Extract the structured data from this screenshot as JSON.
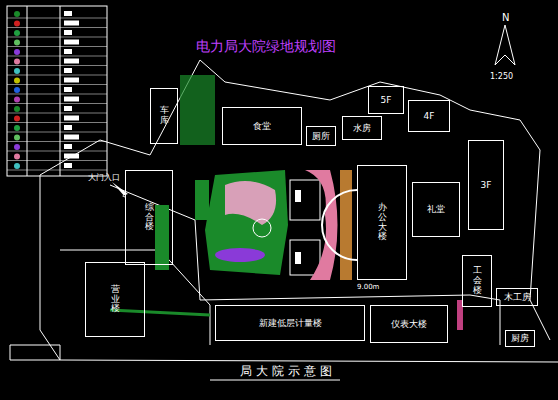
{
  "diagram": {
    "title": "电力局大院绿地规划图",
    "caption": "局大院示意图",
    "nodes": [
      {
        "text": [
          "食堂"
        ]
      },
      {
        "text": [
          "厕所"
        ]
      },
      {
        "text": [
          "水房"
        ]
      },
      {
        "text": [
          "5F"
        ]
      },
      {
        "text": [
          "4F"
        ]
      },
      {
        "text": [
          "3F"
        ]
      },
      {
        "text": [
          "办公大楼"
        ]
      },
      {
        "text": [
          "礼堂"
        ]
      },
      {
        "text": [
          "工会楼"
        ]
      },
      {
        "text": [
          "木工房"
        ]
      },
      {
        "text": [
          "厨房"
        ]
      },
      {
        "text": [
          "新建低层计量楼"
        ]
      },
      {
        "text": [
          "仪表大楼"
        ]
      },
      {
        "text": [
          "营业楼"
        ]
      },
      {
        "text": [
          "综合楼"
        ]
      },
      {
        "text": [
          "车库"
        ]
      }
    ],
    "labels": [
      "N",
      "1:250",
      "大门入口",
      "9.00m"
    ]
  }
}
